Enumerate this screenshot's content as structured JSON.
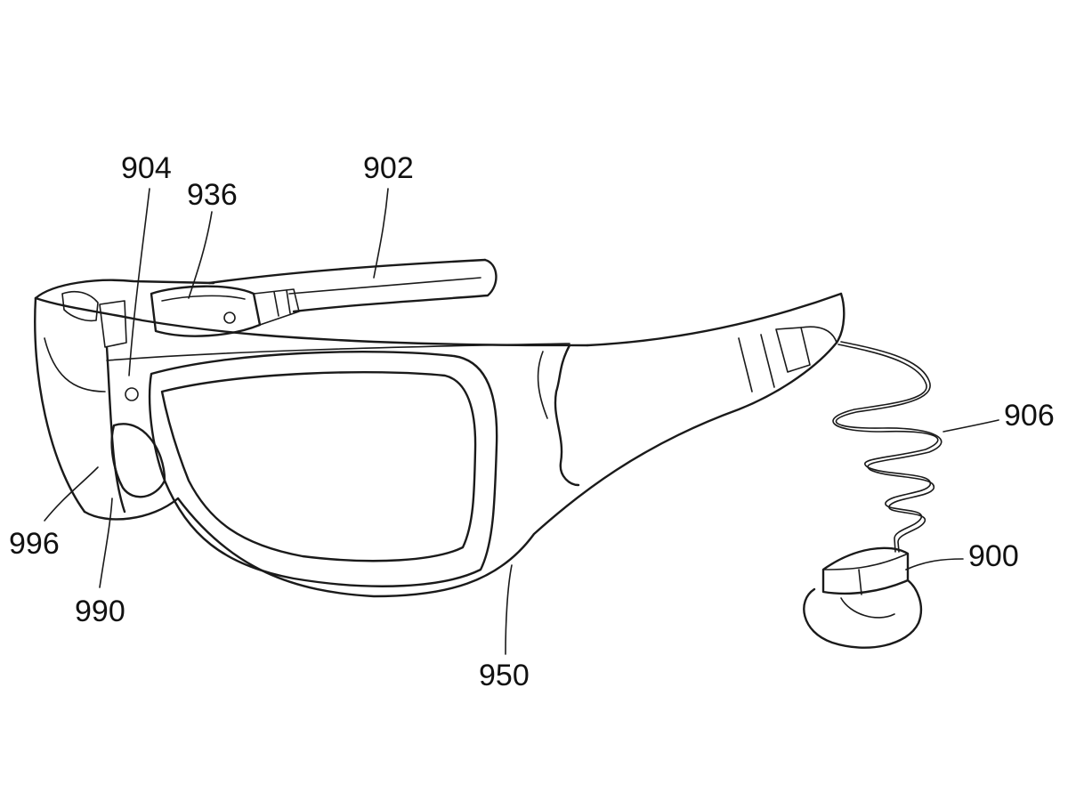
{
  "figure": {
    "labels": {
      "l904": "904",
      "l936": "936",
      "l902": "902",
      "l906": "906",
      "l900": "900",
      "l996": "996",
      "l990": "990",
      "l950": "950"
    },
    "line_color": "#1a1a1a",
    "background": "#ffffff"
  }
}
